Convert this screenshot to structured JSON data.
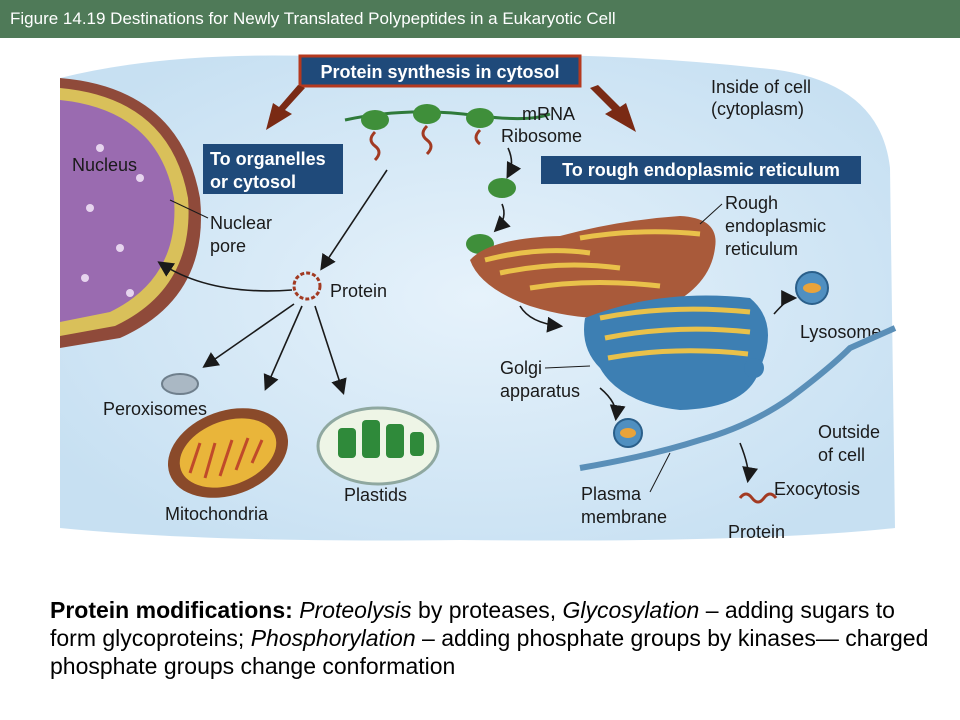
{
  "header": {
    "title": "Figure 14.19  Destinations for Newly Translated Polypeptides in a Eukaryotic Cell"
  },
  "diagram": {
    "boxes": {
      "synthesis": "Protein synthesis in cytosol",
      "organelles_line1": "To organelles",
      "organelles_line2": "or cytosol",
      "rough_er": "To rough endoplasmic reticulum"
    },
    "labels": {
      "inside_line1": "Inside of cell",
      "inside_line2": "(cytoplasm)",
      "mrna": "mRNA",
      "ribosome": "Ribosome",
      "nucleus": "Nucleus",
      "pore_line1": "Nuclear",
      "pore_line2": "pore",
      "protein": "Protein",
      "rer_line1": "Rough",
      "rer_line2": "endoplasmic",
      "rer_line3": "reticulum",
      "lysosome": "Lysosome",
      "golgi_line1": "Golgi",
      "golgi_line2": "apparatus",
      "peroxisomes": "Peroxisomes",
      "mitochondria": "Mitochondria",
      "plastids": "Plastids",
      "outside_line1": "Outside",
      "outside_line2": "of cell",
      "exocytosis": "Exocytosis",
      "plasma_line1": "Plasma",
      "plasma_line2": "membrane",
      "protein_out": "Protein"
    }
  },
  "caption": {
    "lead": "Protein modifications:",
    "t1": "Proteolysis",
    "t2": " by proteases, ",
    "t3": "Glycosylation",
    "t4": " – adding sugars to form glycoproteins; ",
    "t5": "Phosphorylation",
    "t6": " – adding phosphate groups by kinases— charged phosphate groups change conformation"
  }
}
